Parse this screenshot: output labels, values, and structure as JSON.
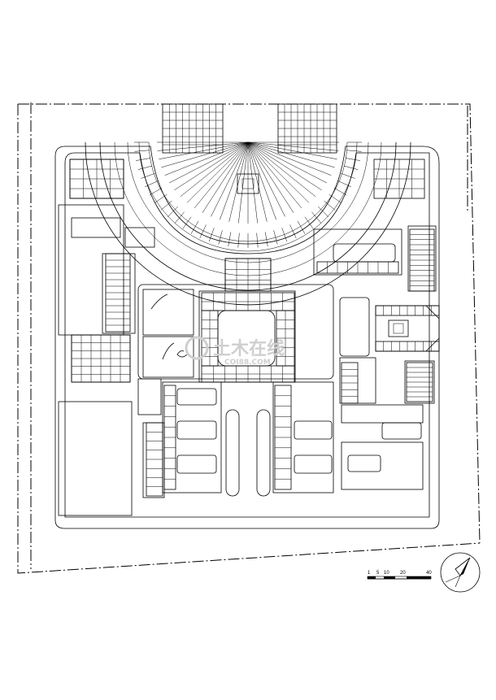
{
  "watermark": {
    "text": "土木在线",
    "sub_text": "COI88.COM"
  },
  "scale_bar": {
    "labels": [
      "1",
      "5",
      "10",
      "20",
      "40"
    ]
  },
  "colors": {
    "line": "#000000",
    "background": "#ffffff",
    "watermark": "#cfcfcf"
  },
  "icons": {
    "north_arrow": "north-arrow-icon"
  }
}
